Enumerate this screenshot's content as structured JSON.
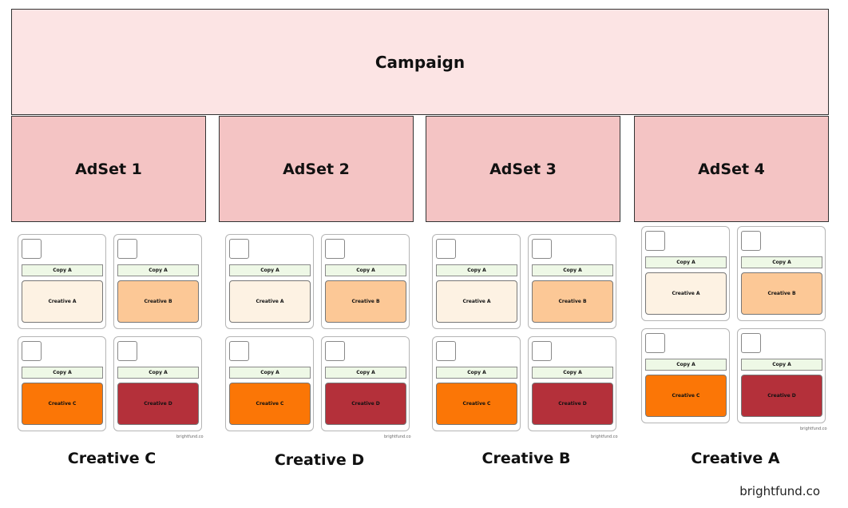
{
  "campaign": {
    "label": "Campaign"
  },
  "adsets": [
    {
      "label": "AdSet 1"
    },
    {
      "label": "AdSet 2"
    },
    {
      "label": "AdSet 3"
    },
    {
      "label": "AdSet 4"
    }
  ],
  "creative_groups": [
    {
      "label": "Creative C",
      "watermark": "brightfund.co",
      "cards": [
        {
          "copy": "Copy A",
          "creative": "Creative A",
          "color": "#fdf2e3"
        },
        {
          "copy": "Copy A",
          "creative": "Creative B",
          "color": "#fcc896"
        },
        {
          "copy": "Copy A",
          "creative": "Creative C",
          "color": "#fb7606"
        },
        {
          "copy": "Copy A",
          "creative": "Creative D",
          "color": "#b4303a"
        }
      ]
    },
    {
      "label": "Creative D",
      "watermark": "brightfund.co",
      "cards": [
        {
          "copy": "Copy A",
          "creative": "Creative A",
          "color": "#fdf2e3"
        },
        {
          "copy": "Copy A",
          "creative": "Creative B",
          "color": "#fcc896"
        },
        {
          "copy": "Copy A",
          "creative": "Creative C",
          "color": "#fb7606"
        },
        {
          "copy": "Copy A",
          "creative": "Creative D",
          "color": "#b4303a"
        }
      ]
    },
    {
      "label": "Creative B",
      "watermark": "brightfund.co",
      "cards": [
        {
          "copy": "Copy A",
          "creative": "Creative A",
          "color": "#fdf2e3"
        },
        {
          "copy": "Copy A",
          "creative": "Creative B",
          "color": "#fcc896"
        },
        {
          "copy": "Copy A",
          "creative": "Creative C",
          "color": "#fb7606"
        },
        {
          "copy": "Copy A",
          "creative": "Creative D",
          "color": "#b4303a"
        }
      ]
    },
    {
      "label": "Creative A",
      "watermark": "brightfund.co",
      "cards": [
        {
          "copy": "Copy A",
          "creative": "Creative A",
          "color": "#fdf2e3"
        },
        {
          "copy": "Copy A",
          "creative": "Creative B",
          "color": "#fcc896"
        },
        {
          "copy": "Copy A",
          "creative": "Creative C",
          "color": "#fb7606"
        },
        {
          "copy": "Copy A",
          "creative": "Creative D",
          "color": "#b4303a"
        }
      ]
    }
  ],
  "footer": {
    "brand": "brightfund.co"
  },
  "colors": {
    "campaign_fill": "#fce4e4",
    "adset_fill": "#f4c4c4",
    "copy_fill": "#eef8e6"
  }
}
